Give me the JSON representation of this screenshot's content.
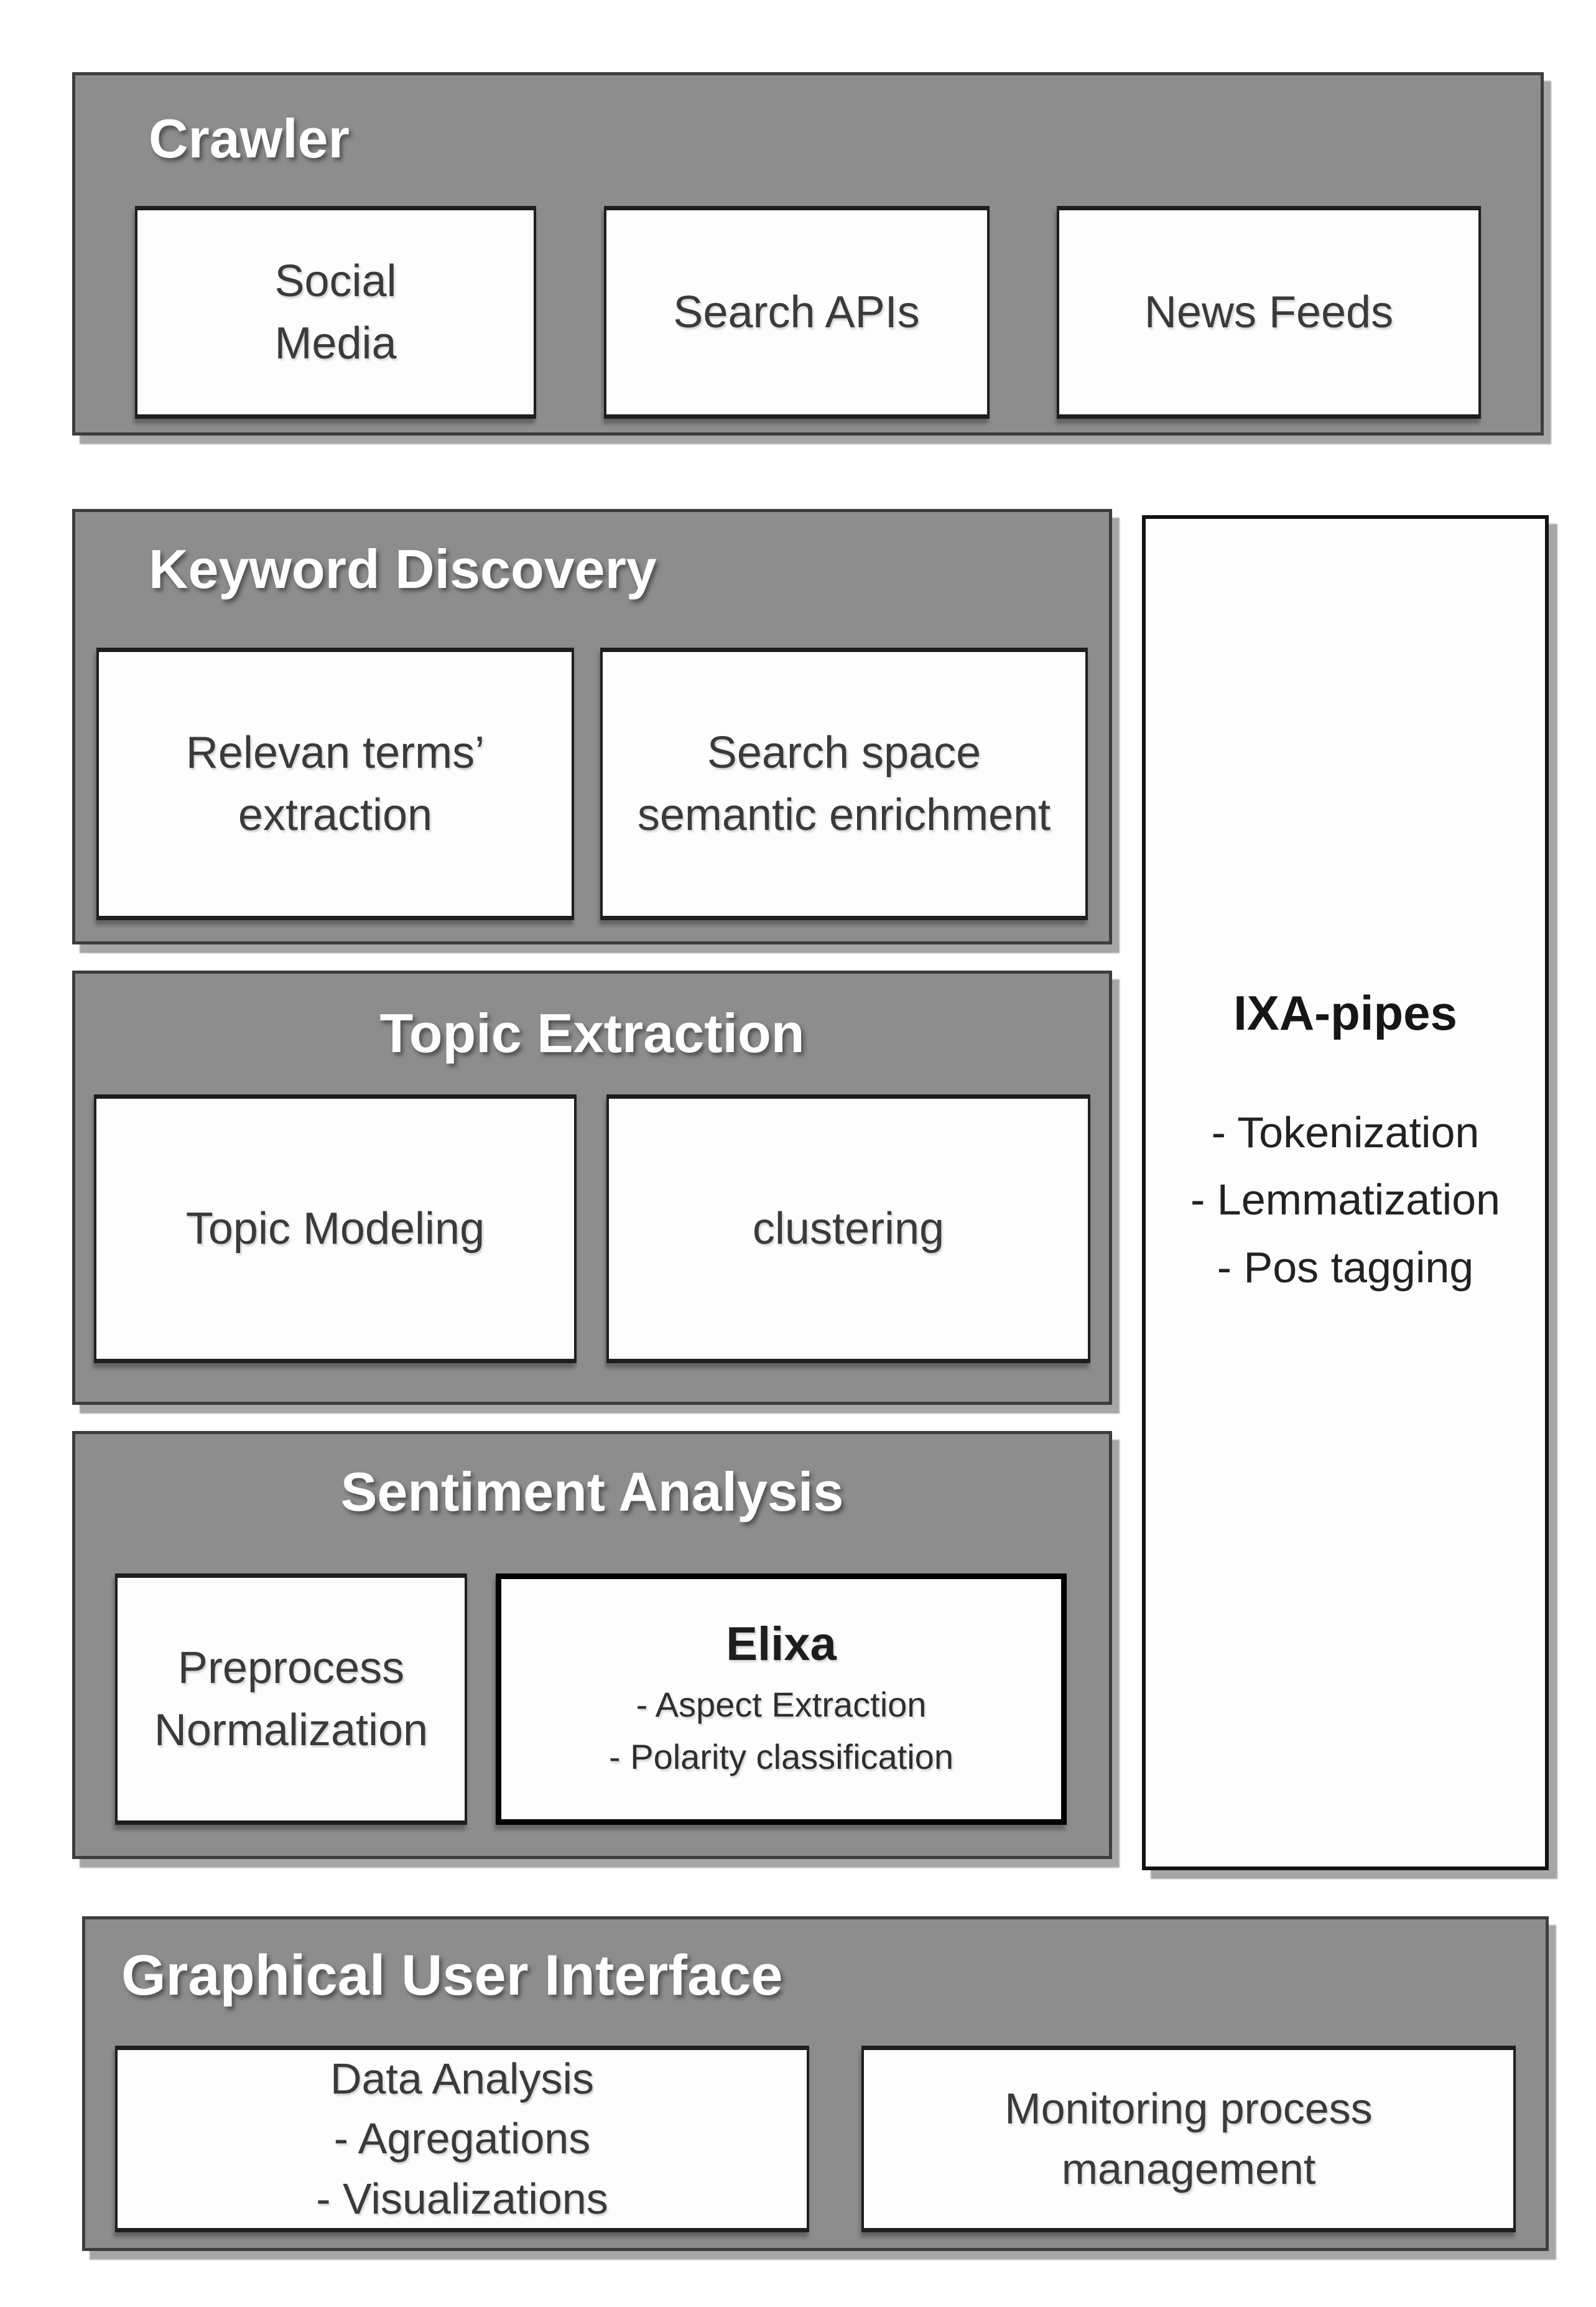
{
  "sections": {
    "crawler": {
      "title": "Crawler",
      "boxes": [
        "Social\nMedia",
        "Search APIs",
        "News Feeds"
      ]
    },
    "keyword_discovery": {
      "title": "Keyword Discovery",
      "boxes": [
        "Relevan terms’\nextraction",
        "Search space\nsemantic enrichment"
      ]
    },
    "topic_extraction": {
      "title": "Topic Extraction",
      "boxes": [
        "Topic Modeling",
        "clustering"
      ]
    },
    "sentiment_analysis": {
      "title": "Sentiment Analysis",
      "preprocess_box": "Preprocess\nNormalization",
      "elixa": {
        "title": "Elixa",
        "items": "- Aspect Extraction\n- Polarity classification"
      }
    },
    "ixa_pipes": {
      "title": "IXA-pipes",
      "items": "- Tokenization\n- Lemmatization\n- Pos tagging"
    },
    "gui": {
      "title": "Graphical User Interface",
      "data_analysis_box": "Data Analysis\n- Agregations\n- Visualizations",
      "monitoring_box": "Monitoring process\nmanagement"
    }
  },
  "colors": {
    "section_bg": "#8d8d8d",
    "section_border": "#3d3d3d",
    "box_bg": "#fdfdfd",
    "box_border": "#1e1e1e",
    "elixa_border": "#000000",
    "ixa_border": "#121212",
    "title_color": "#ffffff",
    "text_color": "#3a3a3a",
    "shadow_color": "#a6a6a6",
    "page_bg": "#ffffff"
  }
}
